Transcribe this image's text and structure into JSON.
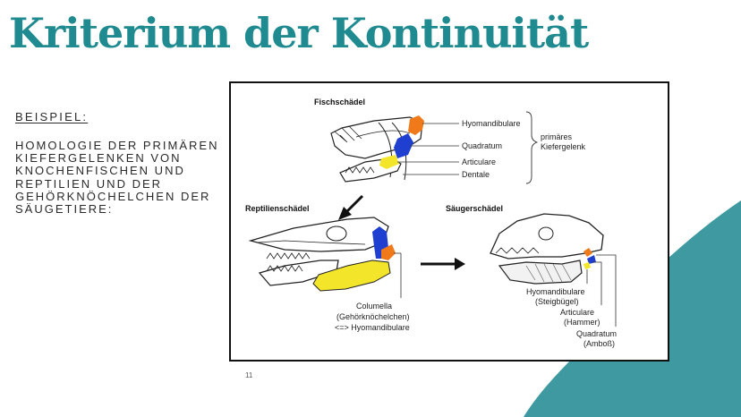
{
  "slide": {
    "title": "Kriterium der Kontinuität",
    "subheading": "BEISPIEL:",
    "body": "HOMOLOGIE DER PRIMÄREN KIEFERGELENKEN VON KNOCHENFISCHEN UND REPTILIEN UND DER GEHÖRKNÖCHELCHEN DER SÄUGETIERE:",
    "page_number": "11"
  },
  "figure": {
    "fish_title": "Fischschädel",
    "fish_labels": {
      "hyomandibulare": "Hyomandibulare",
      "quadratum": "Quadratum",
      "articulare": "Articulare",
      "dentale": "Dentale"
    },
    "bracket_label_line1": "primäres",
    "bracket_label_line2": "Kiefergelenk",
    "reptile_title": "Reptilienschädel",
    "reptile_labels": {
      "line1": "Columella",
      "line2": "(Gehörknöchelchen)",
      "line3": "<=> Hyomandibulare"
    },
    "mammal_title": "Säugerschädel",
    "mammal_labels": {
      "hyo_line1": "Hyomandibulare",
      "hyo_line2": "(Steigbügel)",
      "art_line1": "Articulare",
      "art_line2": "(Hammer)",
      "quad_line1": "Quadratum",
      "quad_line2": "(Amboß)"
    }
  },
  "colors": {
    "title": "#1f8a8f",
    "accent_teal": "#3e9aa0",
    "hyomandibulare": "#f07a1a",
    "quadratum": "#1e3fd0",
    "articulare": "#f3e52a"
  }
}
